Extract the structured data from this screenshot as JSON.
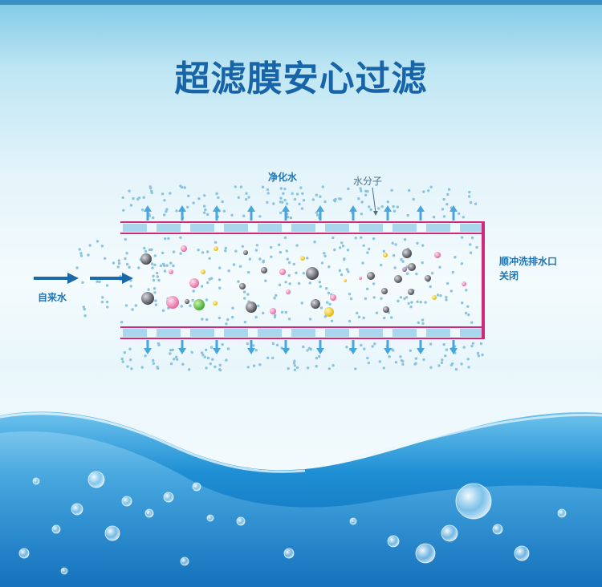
{
  "title": "超滤膜安心过滤",
  "labels": {
    "purified": "净化水",
    "molecule": "水分子",
    "inlet": "自来水",
    "flush_line1": "顺冲洗排水口",
    "flush_line2": "关闭"
  },
  "colors": {
    "title": "#1765a8",
    "label_blue": "#1f74b5",
    "membrane_pink": "#d2287c",
    "membrane_fill": "#a8d6ef",
    "arrow_blue": "#47a6db",
    "inlet_arrow": "#1a6aaa",
    "molecule_dot": "#8cc3dc"
  }
}
